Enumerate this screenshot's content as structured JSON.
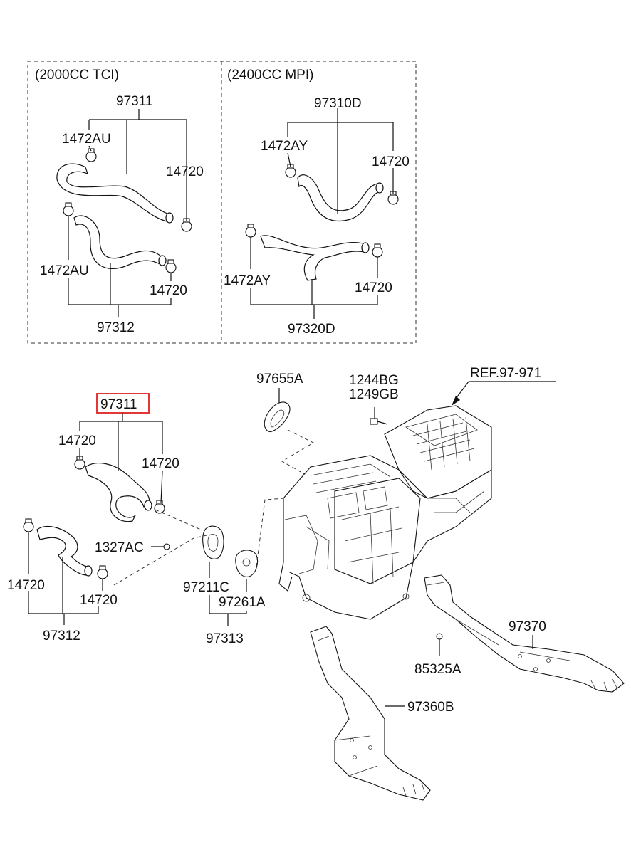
{
  "variants": {
    "left_title": "(2000CC TCI)",
    "right_title": "(2400CC MPI)"
  },
  "labels": {
    "tci_upper_hose": "97311",
    "tci_upper_clamp_a": "1472AU",
    "tci_upper_clamp_b": "14720",
    "tci_lower_clamp_a": "1472AU",
    "tci_lower_clamp_b": "14720",
    "tci_lower_hose": "97312",
    "mpi_upper_hose": "97310D",
    "mpi_upper_clamp_a": "1472AY",
    "mpi_upper_clamp_b": "14720",
    "mpi_lower_clamp_a": "1472AY",
    "mpi_lower_clamp_b": "14720",
    "mpi_lower_hose": "97320D",
    "main_upper_hose": "97311",
    "main_upper_clamp_a": "14720",
    "main_upper_clamp_b": "14720",
    "main_lower_clamp_a": "14720",
    "main_lower_clamp_b": "14720",
    "main_lower_hose": "97312",
    "clip": "1327AC",
    "gasket_a": "97211C",
    "gasket_b": "97261A",
    "gasket_set": "97313",
    "seal": "97655A",
    "bolt_a": "1244BG",
    "bolt_b": "1249GB",
    "reference": "REF.97-971",
    "rear_duct": "97370",
    "screw": "85325A",
    "floor_duct": "97360B"
  },
  "colors": {
    "highlight_box": "#e02020",
    "line": "#111111"
  }
}
